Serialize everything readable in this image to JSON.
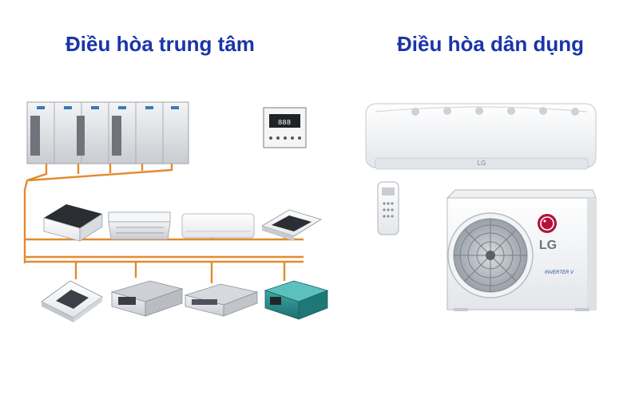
{
  "titles": {
    "central": "Điều hòa trung tâm",
    "residential": "Điều hòa dân dụng"
  },
  "residential": {
    "brand_indoor": "LG",
    "brand_outdoor": "LG",
    "badge": "INVERTER V"
  },
  "controller": {
    "display_text": "888"
  },
  "colors": {
    "title": "#1a35a8",
    "pipe": "#e38a2e",
    "lg_red": "#b5123c"
  }
}
